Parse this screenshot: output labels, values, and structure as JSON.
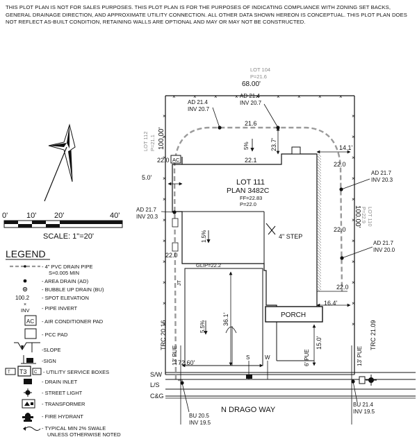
{
  "disclaimer": "THIS PLOT PLAN IS NOT FOR SALES PURPOSES. THIS PLOT PLAN IS FOR THE PURPOSES OF INDICATING COMPLIANCE WITH ZONING SET BACKS, GENERAL DRAINAGE DIRECTION, AND APPROXIMATE UTILITY CONNECTION. ALL OTHER DATA SHOWN HEREON IS CONCEPTUAL. THIS PLOT PLAN DOES NOT REFLECT AS-BUILT CONDITION, RETAINING WALLS ARE OPTIONAL AND MAY OR MAY NOT BE CONSTRUCTED.",
  "scale": {
    "ticks": [
      "0'",
      "10'",
      "20'",
      "40'"
    ],
    "label": "SCALE:  1\"=20'"
  },
  "legend": {
    "title": "LEGEND",
    "drain_pipe": "- 4\" PVC DRAIN PIPE",
    "drain_pipe_slope": "S=0.005 MIN",
    "area_drain": "- AREA DRAIN (AD)",
    "bubble_up": "- BUBBLE UP DRAIN (BU)",
    "spot_value": "100.2",
    "spot_elev": "- SPOT ELEVATION",
    "inv_short": "INV",
    "pipe_invert": "- PIPE INVERT",
    "ac_abbr": "AC",
    "ac_pad": "- AIR CONDITIONER PAD",
    "pcc_pad": "- PCC PAD",
    "slope": "-SLOPE",
    "sign": "-SIGN",
    "t3": "T3",
    "utility_boxes": "- UTILITY SERVICE BOXES",
    "drain_inlet": "- DRAIN INLET",
    "street_light": "- STREET LIGHT",
    "transformer": "- TRANSFORMER",
    "fire_hydrant": "- FIRE HYDRANT",
    "swale_1": "- TYPICAL MIN 2% SWALE",
    "swale_2": "UNLESS OTHERWISE NOTED"
  },
  "plan": {
    "lot_104": "LOT 104",
    "lot_104_p": "P=21.6",
    "top_width": "68.00'",
    "lot_112": "LOT 112",
    "lot_112_p": "P=21.1",
    "lot_110": "LOT 110",
    "lot_110_p": "P=22.9",
    "left_depth": "100.00'",
    "right_depth": "100.00'",
    "lot_title": "LOT 111",
    "plan_no": "PLAN 3482C",
    "ff": "FF=22.83",
    "p": "P=22.0",
    "ad_top_left": "AD 21.4",
    "inv_top_left": "INV 20.7",
    "ad_top_mid": "AD 21.4",
    "inv_top_mid": "INV 20.7",
    "spot_216": "21.6",
    "slope_5": "5%",
    "rear_setback": "23.7'",
    "spot_221": "22.1",
    "spot_220_ac": "22.0",
    "ac_label": "AC",
    "right_rear_setback": "14.1'",
    "spot_220_ne": "22.0",
    "ad_right_1": "AD 21.7",
    "inv_right_1": "INV 20.3",
    "side_5": "5.0'",
    "ad_left": "AD 21.7",
    "inv_left": "INV 20.3",
    "spot_220_right": "22.0",
    "ad_right_2": "AD 21.7",
    "inv_right_2": "INV 20.0",
    "slope_15": "1.5%",
    "step": "4\" STEP",
    "spot_220_left": "22.0",
    "glip": "GLIP=22.2",
    "jt": "JT",
    "spot_220_se": "22.0",
    "porch_side": "16.4'",
    "porch": "PORCH",
    "trc_left": "TRC 20.16",
    "pue_left": "13' PUE",
    "slope_55": "5.5%",
    "drive_depth": "36.1'",
    "front_setback": "15.0'",
    "pue_6": "6' PUE",
    "pue_right": "13' PUE",
    "trc_right": "TRC 21.09",
    "front_width": "72.60'",
    "sw": "S/W",
    "ls": "L/S",
    "cg": "C&G",
    "street": "N  DRAGO  WAY",
    "bu_left": "BU 20.5",
    "inv_bu_left": "INV 19.5",
    "bu_right": "BU 21.4",
    "inv_bu_right": "INV 19.5",
    "sewer": "S",
    "water": "W"
  }
}
